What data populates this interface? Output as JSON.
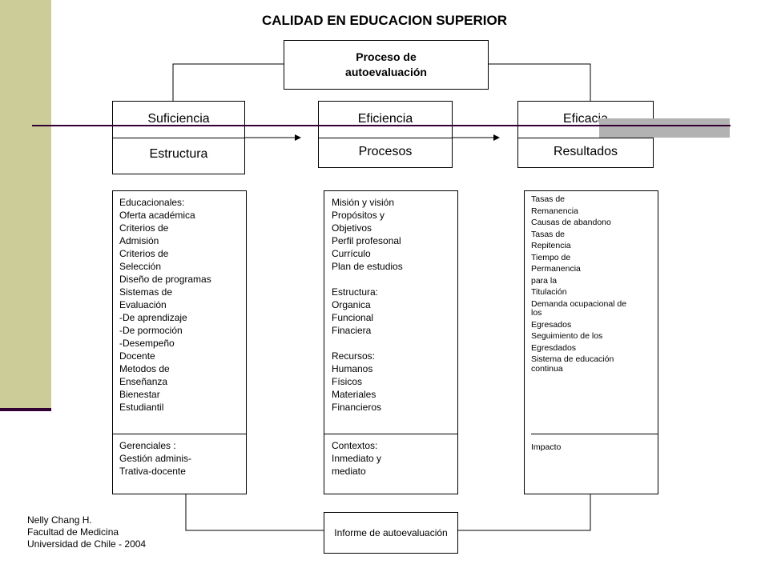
{
  "title": "CALIDAD EN EDUCACION SUPERIOR",
  "process": {
    "line1": "Proceso de",
    "line2": "autoevaluación"
  },
  "columns": [
    {
      "top": "Suficiencia",
      "bottom": "Estructura"
    },
    {
      "top": "Eficiencia",
      "bottom": "Procesos"
    },
    {
      "top": "Eficacia",
      "bottom": "Resultados"
    }
  ],
  "panel1": {
    "items": [
      "Educacionales:",
      "Oferta académica",
      "Criterios de",
      "Admisión",
      "Criterios de",
      "Selección",
      "Diseño de programas",
      "Sistemas de",
      "Evaluación",
      "-De aprendizaje",
      "-De pormoción",
      "-Desempeño",
      "Docente",
      "Metodos de",
      "Enseñanza",
      "Bienestar",
      "Estudiantil"
    ],
    "lower": [
      "Gerenciales :",
      "Gestión adminis-",
      "Trativa-docente"
    ]
  },
  "panel2": {
    "group1": [
      "Misión y visión",
      "Propósitos y",
      "Objetivos",
      "Perfil profesonal",
      "Currículo",
      "Plan de estudios"
    ],
    "group2": [
      "Estructura:",
      "Organica",
      "Funcional",
      "Finaciera"
    ],
    "group3": [
      "Recursos:",
      "Humanos",
      "Físicos",
      "Materiales",
      "Financieros"
    ],
    "lower": [
      "Contextos:",
      "Inmediato y",
      "mediato"
    ]
  },
  "panel3": {
    "items": [
      "Tasas de",
      "Remanencia",
      "Causas de abandono",
      "Tasas de",
      "Repitencia",
      "Tiempo de",
      "Permanencia",
      "para la",
      "Titulación",
      "Demanda ocupacional de",
      "los",
      "Egresados",
      "Seguimiento de los",
      "Egresdados",
      "Sistema de educación",
      "continua"
    ],
    "lower": [
      "Impacto"
    ]
  },
  "report": "Informe de autoevaluación",
  "footer": [
    "Nelly Chang H.",
    "Facultad de Medicina",
    "Universidad de Chile - 2004"
  ],
  "colors": {
    "sidebar": "#cccc99",
    "accent": "#330033",
    "gray_bar": "#b2b2b2"
  }
}
